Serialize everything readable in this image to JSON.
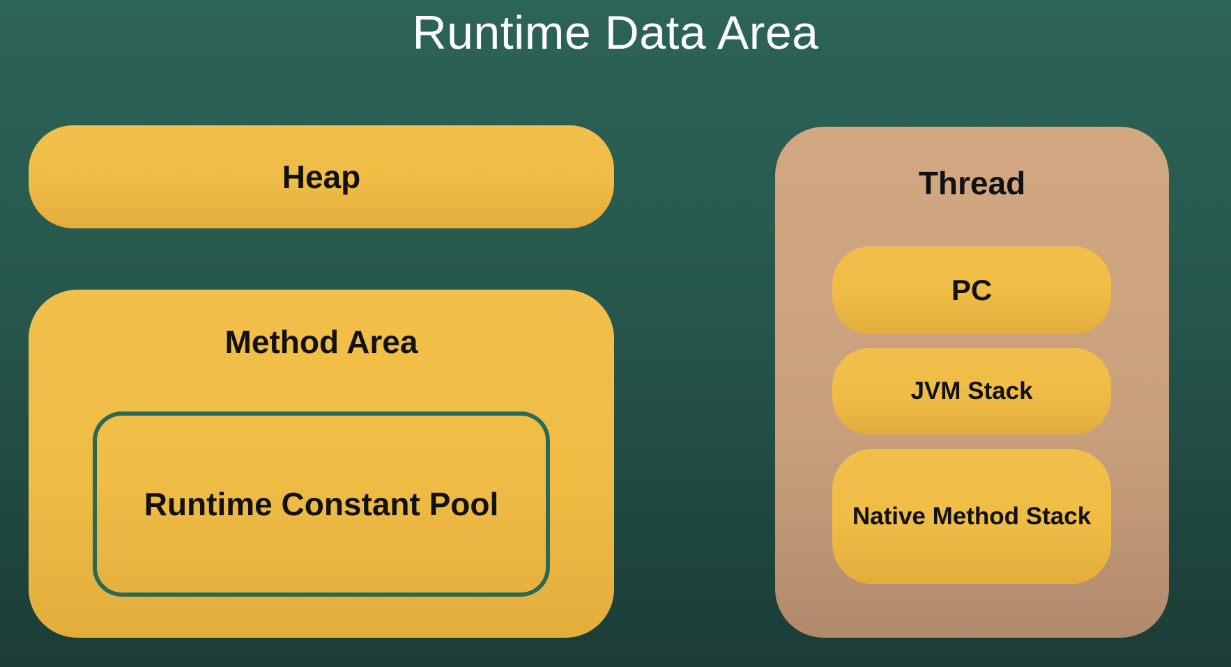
{
  "title": "Runtime Data Area",
  "heap": {
    "label": "Heap"
  },
  "method_area": {
    "label": "Method Area",
    "runtime_constant_pool": {
      "label": "Runtime Constant Pool"
    }
  },
  "thread": {
    "label": "Thread",
    "items": [
      {
        "label": "PC"
      },
      {
        "label": "JVM Stack"
      },
      {
        "label": "Native Method Stack"
      }
    ]
  },
  "colors": {
    "background": "#2a6053",
    "yellow_box": "#f0bd45",
    "thread_box": "#cfa680",
    "pool_border": "#2a6a54",
    "title_text": "#ffffff",
    "label_text": "#111111"
  }
}
